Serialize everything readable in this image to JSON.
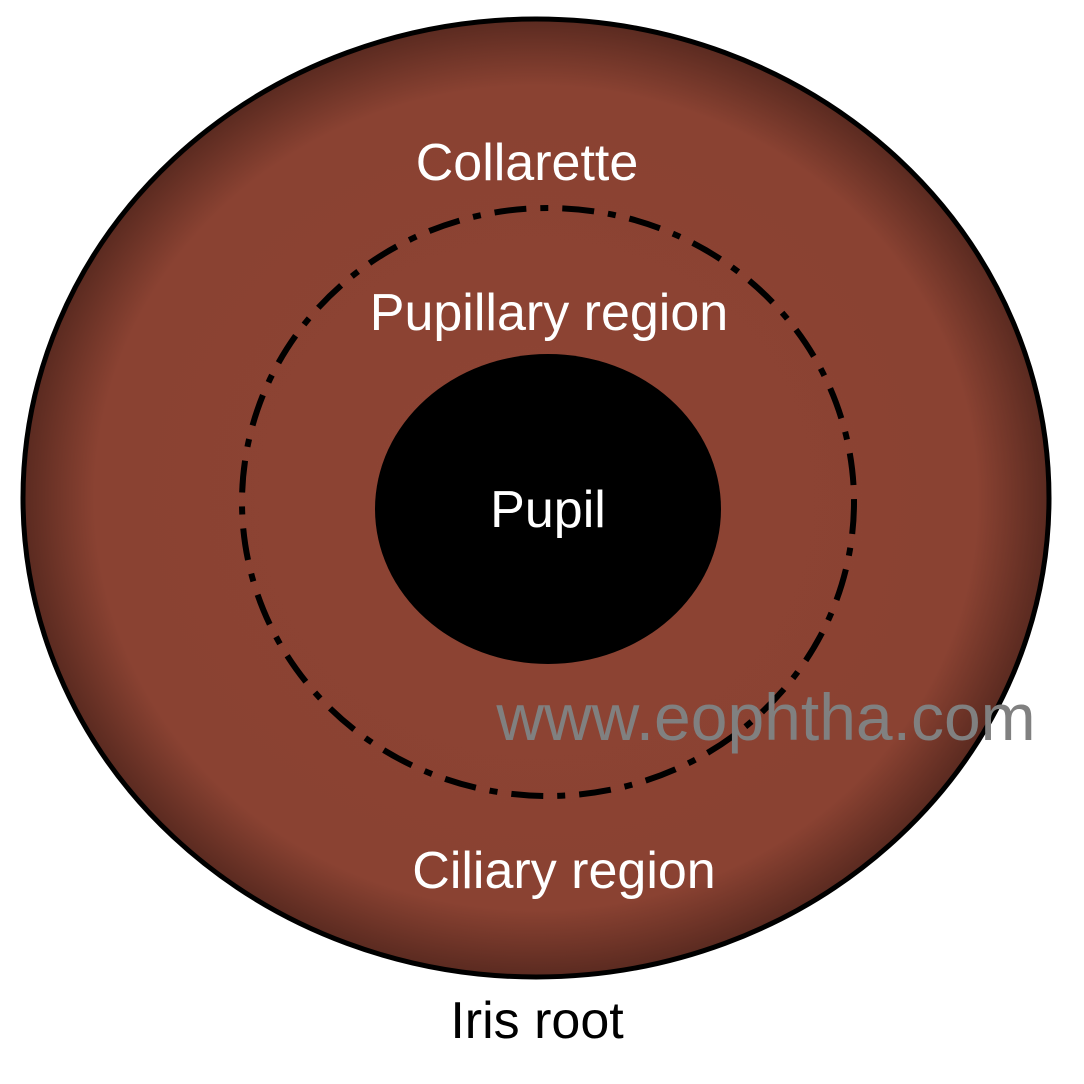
{
  "labels": {
    "collarette": "Collarette",
    "pupillary_region": "Pupillary region",
    "pupil": "Pupil",
    "ciliary_region": "Ciliary region",
    "iris_root": "Iris root"
  },
  "watermark": "www.eophtha.com",
  "colors": {
    "background": "#ffffff",
    "iris_center": "#8e4434",
    "iris_edge": "#5a2a20",
    "pupil": "#000000",
    "outline": "#000000",
    "label_light": "#ffffff",
    "label_dark": "#000000",
    "watermark": "#808080"
  }
}
